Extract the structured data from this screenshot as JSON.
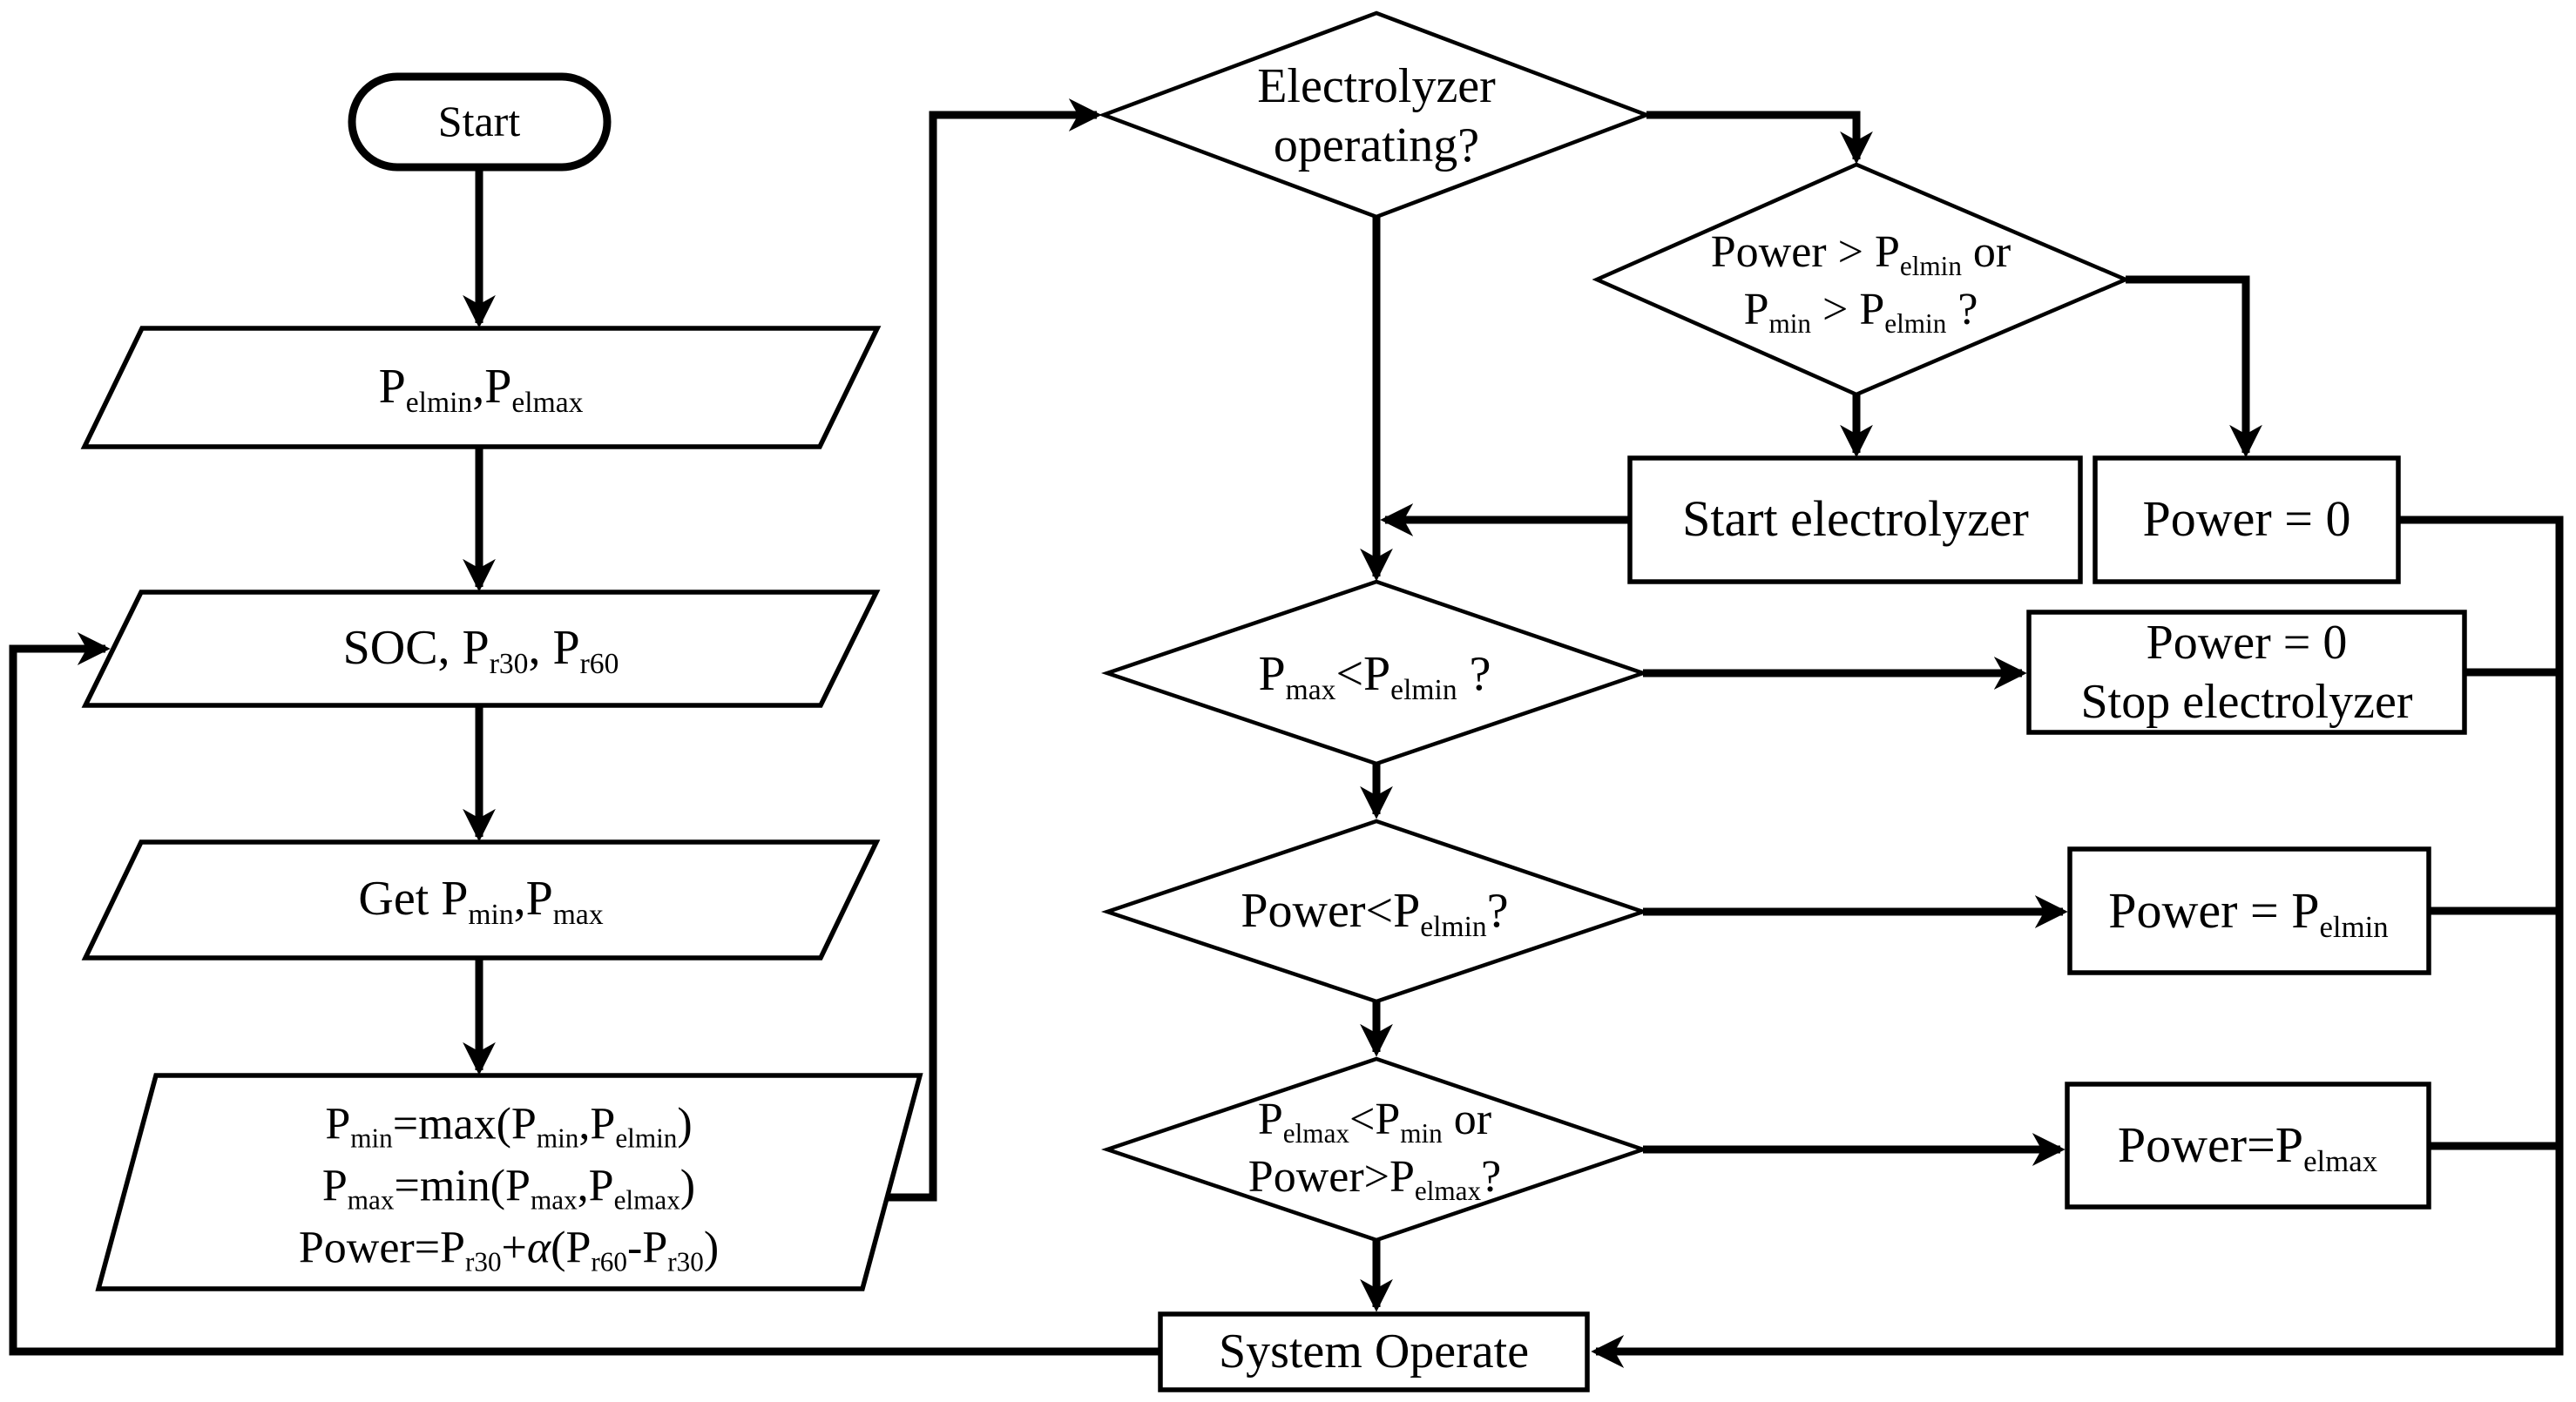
{
  "diagram": {
    "type": "flowchart",
    "topic": "Electrolyzer power control logic",
    "colors": {
      "background": "#ffffff",
      "line": "#000000",
      "text": "#000000",
      "shape_fill": "#ffffff"
    },
    "nodes": {
      "start": {
        "shape": "terminator",
        "lines": [
          [
            {
              "t": "Start"
            }
          ]
        ]
      },
      "input_limits": {
        "shape": "io-parallelogram",
        "lines": [
          [
            {
              "t": "P"
            },
            {
              "t": "elmin",
              "sub": true
            },
            {
              "t": ",P"
            },
            {
              "t": "elmax",
              "sub": true
            }
          ]
        ]
      },
      "input_soc": {
        "shape": "io-parallelogram",
        "lines": [
          [
            {
              "t": "SOC, P"
            },
            {
              "t": "r30",
              "sub": true
            },
            {
              "t": ", P"
            },
            {
              "t": "r60",
              "sub": true
            }
          ]
        ]
      },
      "get_minmax": {
        "shape": "io-parallelogram",
        "lines": [
          [
            {
              "t": "Get P"
            },
            {
              "t": "min",
              "sub": true
            },
            {
              "t": ",P"
            },
            {
              "t": "max",
              "sub": true
            }
          ]
        ]
      },
      "calc_power": {
        "shape": "io-parallelogram",
        "lines": [
          [
            {
              "t": "P"
            },
            {
              "t": "min",
              "sub": true
            },
            {
              "t": "=max(P"
            },
            {
              "t": "min",
              "sub": true
            },
            {
              "t": ",P"
            },
            {
              "t": "elmin",
              "sub": true
            },
            {
              "t": ")"
            }
          ],
          [
            {
              "t": "P"
            },
            {
              "t": "max",
              "sub": true
            },
            {
              "t": "=min(P"
            },
            {
              "t": "max",
              "sub": true
            },
            {
              "t": ",P"
            },
            {
              "t": "elmax",
              "sub": true
            },
            {
              "t": ")"
            }
          ],
          [
            {
              "t": "Power=P"
            },
            {
              "t": "r30",
              "sub": true
            },
            {
              "t": "+"
            },
            {
              "t": "α",
              "italic": true
            },
            {
              "t": "(P"
            },
            {
              "t": "r60",
              "sub": true
            },
            {
              "t": "-P"
            },
            {
              "t": "r30",
              "sub": true
            },
            {
              "t": ")"
            }
          ]
        ]
      },
      "electrolyzer_operating": {
        "shape": "decision-diamond",
        "lines": [
          [
            {
              "t": "Electrolyzer"
            }
          ],
          [
            {
              "t": "operating?"
            }
          ]
        ]
      },
      "power_above_min": {
        "shape": "decision-diamond",
        "lines": [
          [
            {
              "t": "Power > P"
            },
            {
              "t": "elmin",
              "sub": true
            },
            {
              "t": " or"
            }
          ],
          [
            {
              "t": "P"
            },
            {
              "t": "min",
              "sub": true
            },
            {
              "t": " > P"
            },
            {
              "t": "elmin",
              "sub": true
            },
            {
              "t": " ?"
            }
          ]
        ]
      },
      "start_electrolyzer": {
        "shape": "process-box",
        "lines": [
          [
            {
              "t": "Start electrolyzer"
            }
          ]
        ]
      },
      "power_zero": {
        "shape": "process-box",
        "lines": [
          [
            {
              "t": "Power = 0"
            }
          ]
        ]
      },
      "pmax_below_elmin": {
        "shape": "decision-diamond",
        "lines": [
          [
            {
              "t": "P"
            },
            {
              "t": "max",
              "sub": true
            },
            {
              "t": "<P"
            },
            {
              "t": "elmin",
              "sub": true
            },
            {
              "t": " ?"
            }
          ]
        ]
      },
      "stop_electrolyzer": {
        "shape": "process-box",
        "lines": [
          [
            {
              "t": "Power = 0"
            }
          ],
          [
            {
              "t": "Stop electrolyzer"
            }
          ]
        ]
      },
      "power_below_elmin": {
        "shape": "decision-diamond",
        "lines": [
          [
            {
              "t": "Power<P"
            },
            {
              "t": "elmin",
              "sub": true
            },
            {
              "t": "?"
            }
          ]
        ]
      },
      "power_set_elmin": {
        "shape": "process-box",
        "lines": [
          [
            {
              "t": "Power = P"
            },
            {
              "t": "elmin",
              "sub": true
            }
          ]
        ]
      },
      "elmax_exceeded": {
        "shape": "decision-diamond",
        "lines": [
          [
            {
              "t": "P"
            },
            {
              "t": "elmax",
              "sub": true
            },
            {
              "t": "<P"
            },
            {
              "t": "min",
              "sub": true
            },
            {
              "t": " or"
            }
          ],
          [
            {
              "t": "Power>P"
            },
            {
              "t": "elmax",
              "sub": true
            },
            {
              "t": "?"
            }
          ]
        ]
      },
      "power_set_elmax": {
        "shape": "process-box",
        "lines": [
          [
            {
              "t": "Power=P"
            },
            {
              "t": "elmax",
              "sub": true
            }
          ]
        ]
      },
      "system_operate": {
        "shape": "process-box",
        "lines": [
          [
            {
              "t": "System Operate"
            }
          ]
        ]
      }
    },
    "edges": [
      {
        "from": "start",
        "to": "input_limits"
      },
      {
        "from": "input_limits",
        "to": "input_soc"
      },
      {
        "from": "input_soc",
        "to": "get_minmax"
      },
      {
        "from": "get_minmax",
        "to": "calc_power"
      },
      {
        "from": "calc_power",
        "to": "electrolyzer_operating"
      },
      {
        "from": "electrolyzer_operating",
        "to": "power_above_min"
      },
      {
        "from": "electrolyzer_operating",
        "to": "pmax_below_elmin"
      },
      {
        "from": "power_above_min",
        "to": "start_electrolyzer"
      },
      {
        "from": "power_above_min",
        "to": "power_zero"
      },
      {
        "from": "start_electrolyzer",
        "to": "pmax_below_elmin"
      },
      {
        "from": "power_zero",
        "to": "system_operate"
      },
      {
        "from": "pmax_below_elmin",
        "to": "stop_electrolyzer"
      },
      {
        "from": "pmax_below_elmin",
        "to": "power_below_elmin"
      },
      {
        "from": "stop_electrolyzer",
        "to": "system_operate"
      },
      {
        "from": "power_below_elmin",
        "to": "power_set_elmin"
      },
      {
        "from": "power_below_elmin",
        "to": "elmax_exceeded"
      },
      {
        "from": "power_set_elmin",
        "to": "system_operate"
      },
      {
        "from": "elmax_exceeded",
        "to": "power_set_elmax"
      },
      {
        "from": "elmax_exceeded",
        "to": "system_operate"
      },
      {
        "from": "power_set_elmax",
        "to": "system_operate"
      },
      {
        "from": "system_operate",
        "to": "input_soc"
      }
    ]
  }
}
